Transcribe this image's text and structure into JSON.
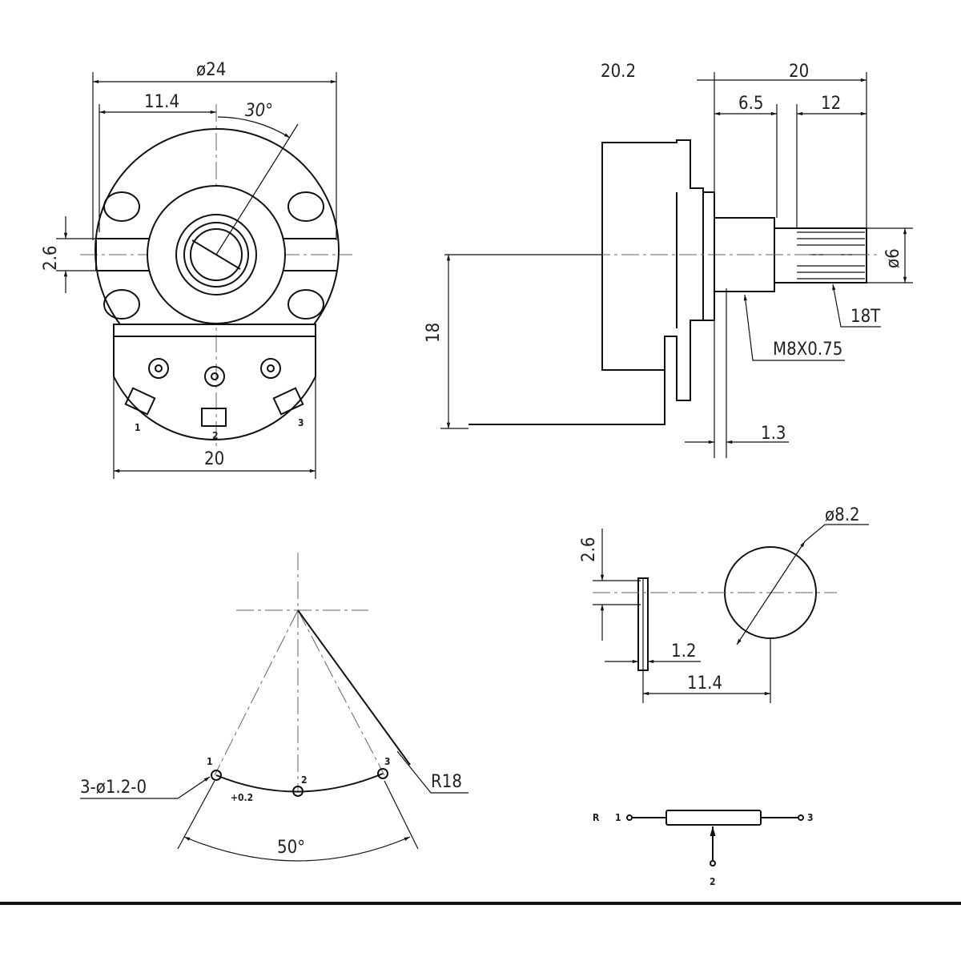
{
  "front_view": {
    "dia_outer": "ø24",
    "offset": "11.4",
    "angle": "30°",
    "width": "20",
    "slot": "2.6",
    "pins": [
      "1",
      "2",
      "3"
    ]
  },
  "side_view": {
    "total": "20.2",
    "shaft_len": "20",
    "thread_len": "6.5",
    "knurl_len": "12",
    "shaft_dia": "ø6",
    "knurl": "18T",
    "thread": "M8X0.75",
    "height": "18",
    "lug": "1.3"
  },
  "pin_layout": {
    "holes": "3-ø1.2-0",
    "tol": "+0.2",
    "angle": "50°",
    "radius": "R18",
    "pins": [
      "1",
      "2",
      "3"
    ]
  },
  "tab_detail": {
    "tab": "2.6",
    "dia": "ø8.2",
    "thick": "1.2",
    "offset": "11.4"
  },
  "schematic": {
    "label": "R",
    "pins": [
      "1",
      "2",
      "3"
    ]
  }
}
